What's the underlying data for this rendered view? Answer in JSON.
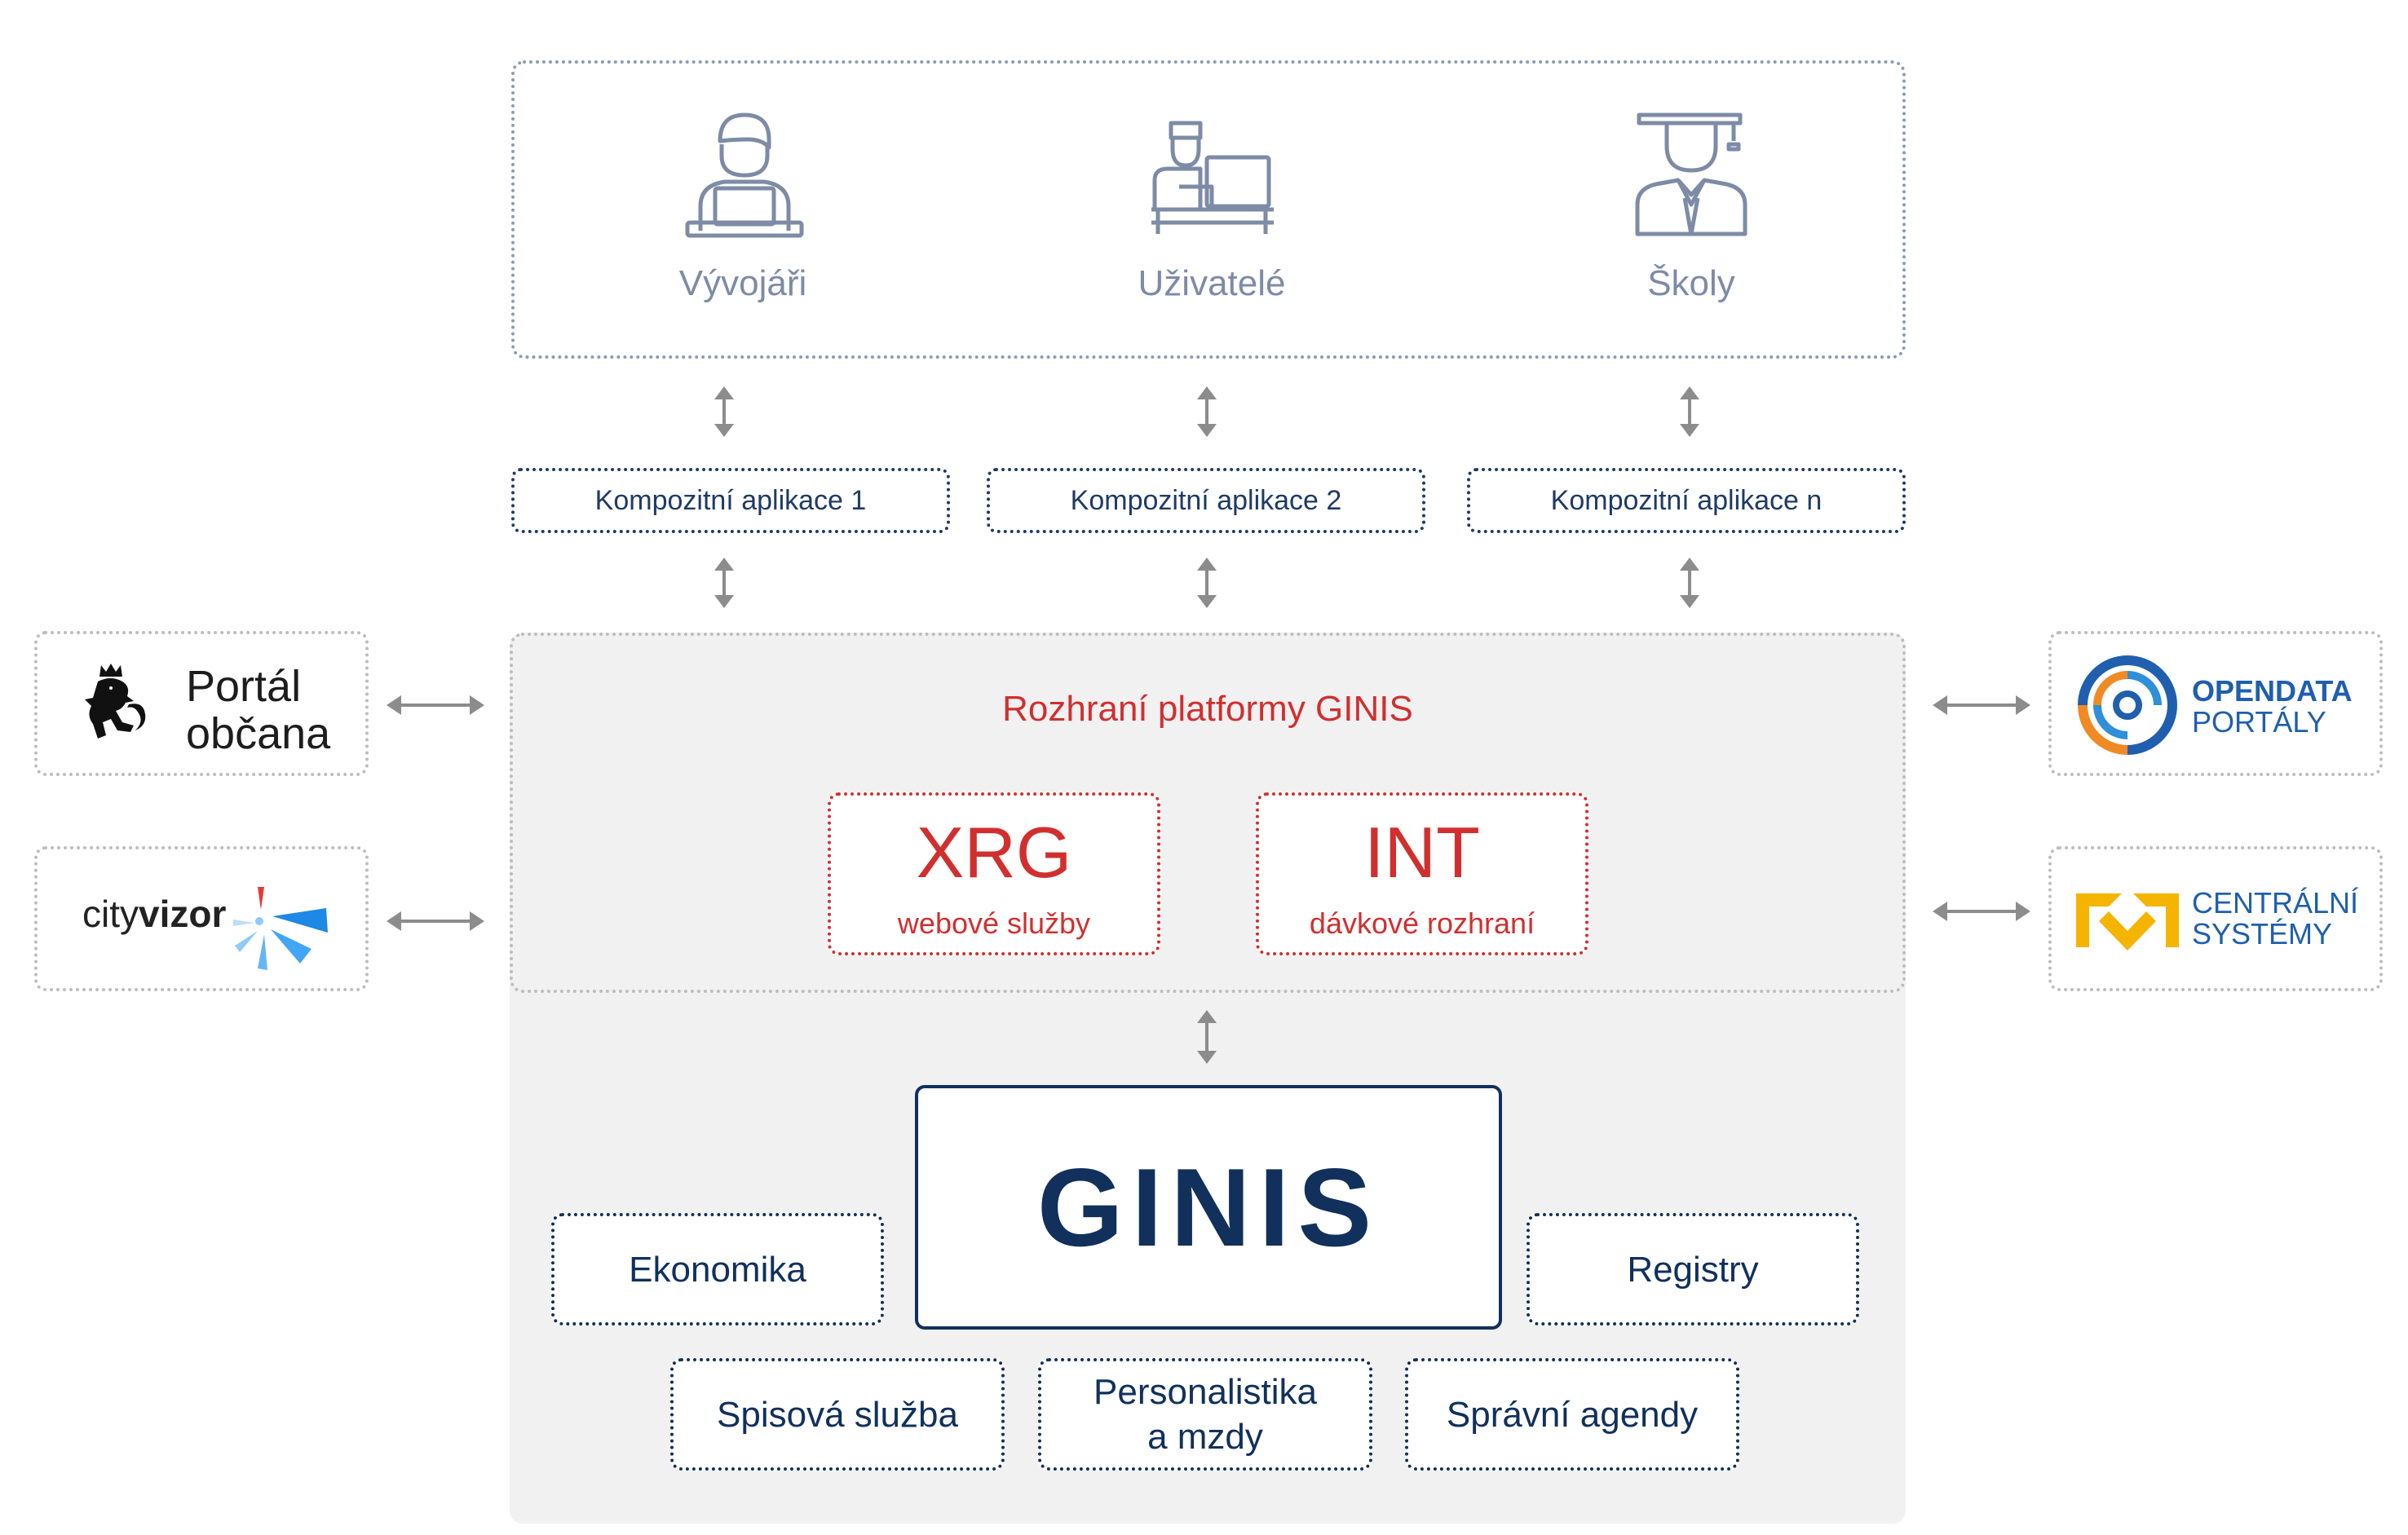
{
  "actors": [
    {
      "label": "Vývojáři",
      "icon": "developer-icon"
    },
    {
      "label": "Uživatelé",
      "icon": "user-at-desk-icon"
    },
    {
      "label": "Školy",
      "icon": "graduate-icon"
    }
  ],
  "composite_apps": [
    "Kompozitní aplikace 1",
    "Kompozitní aplikace 2",
    "Kompozitní aplikace n"
  ],
  "platform": {
    "title": "Rozhraní platformy GINIS",
    "interfaces": [
      {
        "name": "XRG",
        "desc": "webové služby"
      },
      {
        "name": "INT",
        "desc": "dávkové rozhraní"
      }
    ]
  },
  "core": {
    "name": "GINIS"
  },
  "modules": {
    "ekonomika": "Ekonomika",
    "registry": "Registry",
    "spisova_sluzba": "Spisová služba",
    "personalistika_line1": "Personalistika",
    "personalistika_line2": "a mzdy",
    "spravni_agendy": "Správní agendy"
  },
  "left_systems": {
    "portal_line1": "Portál",
    "portal_line2": "občana",
    "cityvizor_a": "city",
    "cityvizor_b": "vizor"
  },
  "right_systems": {
    "opendata_line1": "OPENDATA",
    "opendata_line2": "PORTÁLY",
    "centralni_line1": "CENTRÁLNÍ",
    "centralni_line2": "SYSTÉMY"
  },
  "colors": {
    "navy": "#11305c",
    "red": "#d12f2f",
    "grey_bg": "#f1f1f2",
    "actor_grey": "#7d8ba6",
    "opendata_blue": "#1f5fae",
    "centralni_yellow": "#f5b400"
  }
}
